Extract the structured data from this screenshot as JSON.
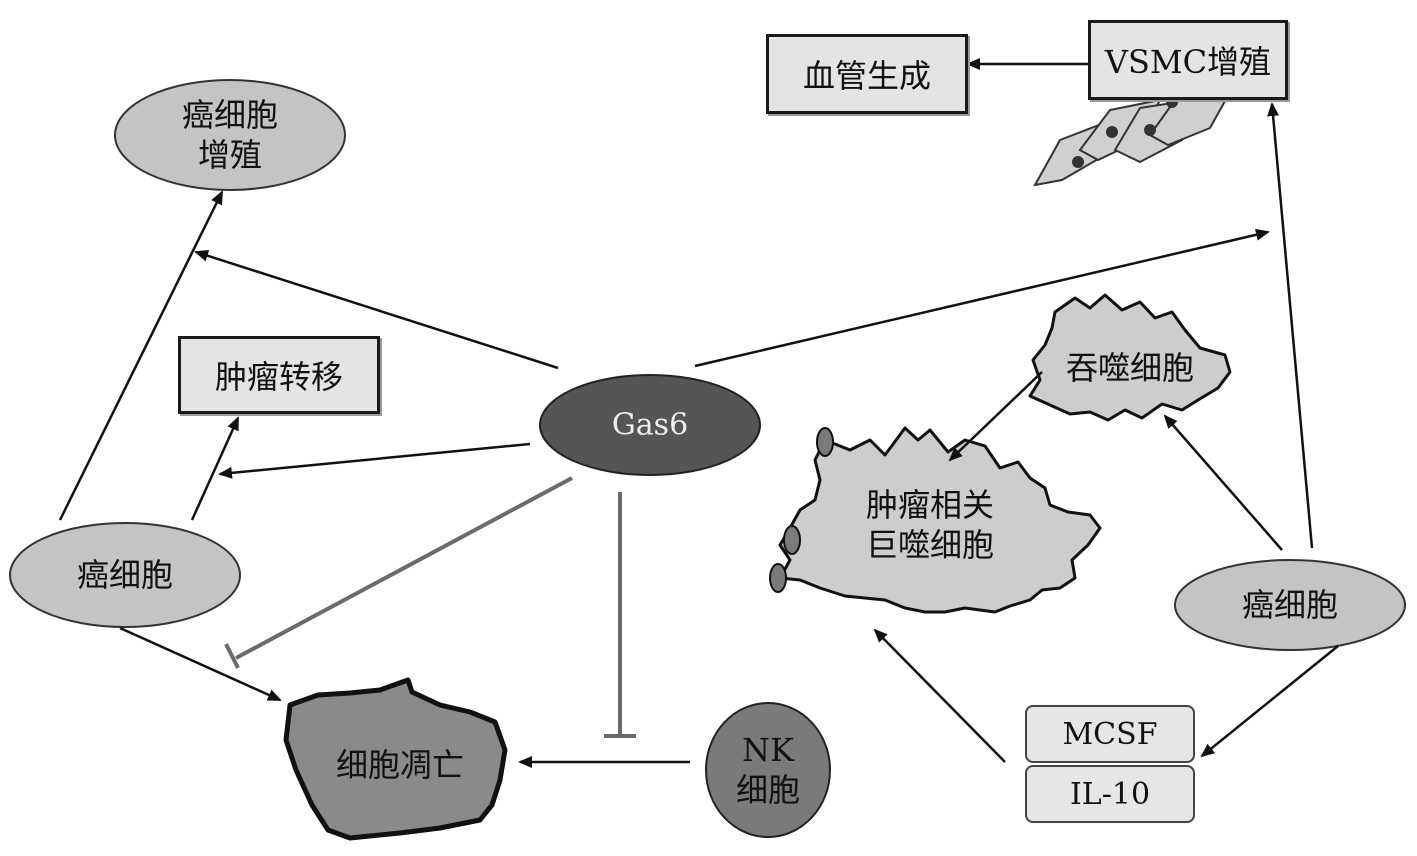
{
  "nodes": {
    "gas6": "Gas6",
    "cancer_cell_left": "癌细胞",
    "cancer_prolif_line1": "癌细胞",
    "cancer_prolif_line2": "增殖",
    "tumor_metastasis": "肿瘤转移",
    "apoptosis": "细胞凋亡",
    "nk_line1": "NK",
    "nk_line2": "细胞",
    "angiogenesis": "血管生成",
    "vsmc": "VSMC增殖",
    "phagocyte": "吞噬细胞",
    "tam_line1": "肿瘤相关",
    "tam_line2": "巨噬细胞",
    "cancer_cell_right": "癌细胞",
    "mcsf": "MCSF",
    "il10": "IL-10"
  },
  "colors": {
    "gas6_fill": "#555555",
    "ellipse_fill": "#c4c4c4",
    "nk_fill": "#7a7a7a",
    "apoptosis_fill": "#8a8a8a",
    "macrophage_fill": "#cdcdcd",
    "box_fill": "#e4e4e4",
    "arrow": "#111111",
    "inhibit": "#6a6a6a"
  }
}
